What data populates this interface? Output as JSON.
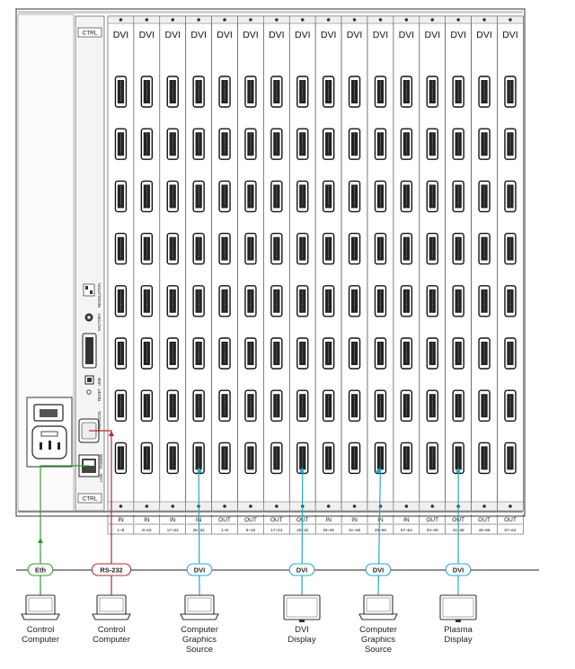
{
  "ctrl_top": "CTRL",
  "ctrl_bottom": "CTRL",
  "slot_type": "DVI",
  "slots": [
    {
      "io": "IN",
      "range": "1~8"
    },
    {
      "io": "IN",
      "range": "9~16"
    },
    {
      "io": "IN",
      "range": "17~24"
    },
    {
      "io": "IN",
      "range": "25~32"
    },
    {
      "io": "OUT",
      "range": "1~8"
    },
    {
      "io": "OUT",
      "range": "9~16"
    },
    {
      "io": "OUT",
      "range": "17~24"
    },
    {
      "io": "OUT",
      "range": "25~32"
    },
    {
      "io": "IN",
      "range": "33~40"
    },
    {
      "io": "IN",
      "range": "41~48"
    },
    {
      "io": "IN",
      "range": "49~56"
    },
    {
      "io": "IN",
      "range": "57~64"
    },
    {
      "io": "OUT",
      "range": "33~40"
    },
    {
      "io": "OUT",
      "range": "41~48"
    },
    {
      "io": "OUT",
      "range": "49~56"
    },
    {
      "io": "OUT",
      "range": "57~64"
    }
  ],
  "ports_per_slot": 8,
  "control_panel": {
    "resolution": "RESOLUTION",
    "factory": "FACTORY",
    "reset": "RESET",
    "usb": "USB",
    "protocol": "PROTOCOL",
    "link": "LINK",
    "power": "POWER"
  },
  "cables": [
    {
      "label": "Eth",
      "color": "#3a9a3a"
    },
    {
      "label": "RS-232",
      "color": "#b03030"
    },
    {
      "label": "DVI",
      "color": "#29a8c8"
    },
    {
      "label": "DVI",
      "color": "#29a8c8"
    },
    {
      "label": "DVI",
      "color": "#29a8c8"
    },
    {
      "label": "DVI",
      "color": "#29a8c8"
    }
  ],
  "devices": [
    {
      "kind": "laptop",
      "lines": [
        "Control",
        "Computer"
      ]
    },
    {
      "kind": "laptop",
      "lines": [
        "Control",
        "Computer"
      ]
    },
    {
      "kind": "laptop",
      "lines": [
        "Computer",
        "Graphics",
        "Source"
      ]
    },
    {
      "kind": "monitor",
      "lines": [
        "DVI",
        "Display"
      ]
    },
    {
      "kind": "laptop",
      "lines": [
        "Computer",
        "Graphics",
        "Source"
      ]
    },
    {
      "kind": "monitor",
      "lines": [
        "Plasma",
        "Display"
      ]
    }
  ]
}
